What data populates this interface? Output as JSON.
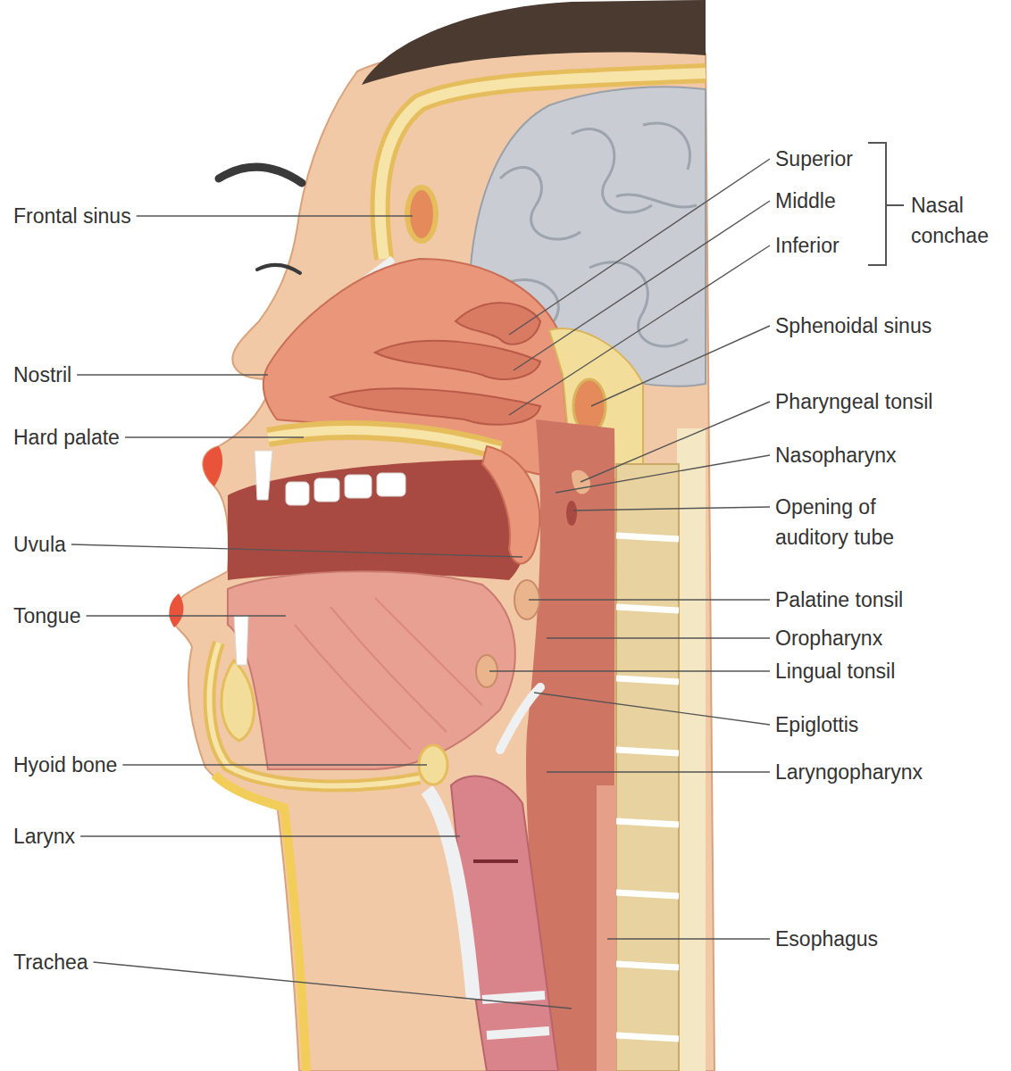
{
  "diagram": {
    "labels": [
      "Frontal sinus",
      "Nostril",
      "Hard palate",
      "Uvula",
      "Tongue",
      "Hyoid bone",
      "Larynx",
      "Trachea",
      "Superior",
      "Middle",
      "Inferior",
      "Nasal conchae",
      "Sphenoidal sinus",
      "Pharyngeal tonsil",
      "Nasopharynx",
      "Opening of auditory tube",
      "Palatine tonsil",
      "Oropharynx",
      "Lingual tonsil",
      "Epiglottis",
      "Laryngopharynx",
      "Esophagus"
    ]
  }
}
